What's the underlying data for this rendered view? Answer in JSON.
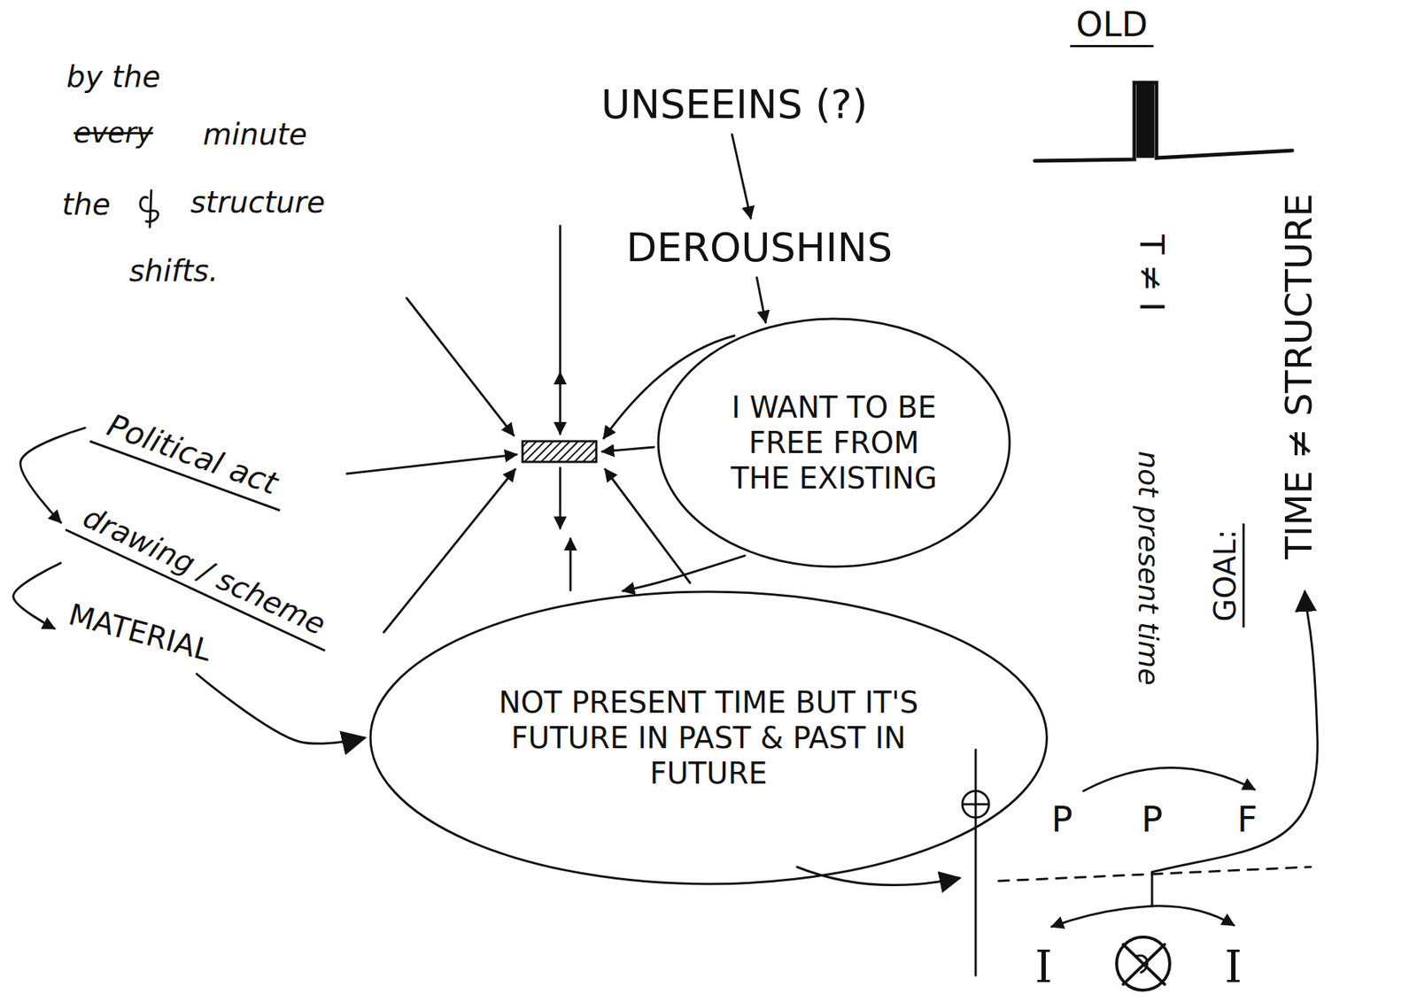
{
  "diagram": {
    "nodes": [
      {
        "text": [
          "UNSEEINS (?)"
        ]
      },
      {
        "text": [
          "DEROUSHINS"
        ]
      },
      {
        "text": [
          "I WANT TO BE FREE FROM THE EXISTING"
        ]
      },
      {
        "text": [
          "NOT PRESENT TIME BUT IT'S FUTURE IN PAST & PAST IN FUTURE"
        ]
      },
      {
        "text": [
          "Political act"
        ]
      },
      {
        "text": [
          "drawing / scheme"
        ]
      },
      {
        "text": [
          "MATERIAL"
        ]
      }
    ],
    "edges": [
      {
        "from": 0,
        "to": 1,
        "arrow": "to"
      },
      {
        "from": 1,
        "to": 2,
        "arrow": "to"
      },
      {
        "from": 2,
        "to": 3,
        "arrow": "to"
      },
      {
        "from": 4,
        "to": 5,
        "arrow": "to"
      },
      {
        "from": 5,
        "to": 6,
        "arrow": "to"
      },
      {
        "from": 6,
        "to": 3,
        "arrow": "to"
      }
    ],
    "labels": [
      "by the",
      "every",
      "minute",
      "the",
      "structure",
      "shifts.",
      "OLD",
      "T ≠ I",
      "not present time",
      "TIME ≠ STRUCTURE",
      "GOAL:",
      "P",
      "P",
      "F",
      "I",
      "I"
    ]
  }
}
